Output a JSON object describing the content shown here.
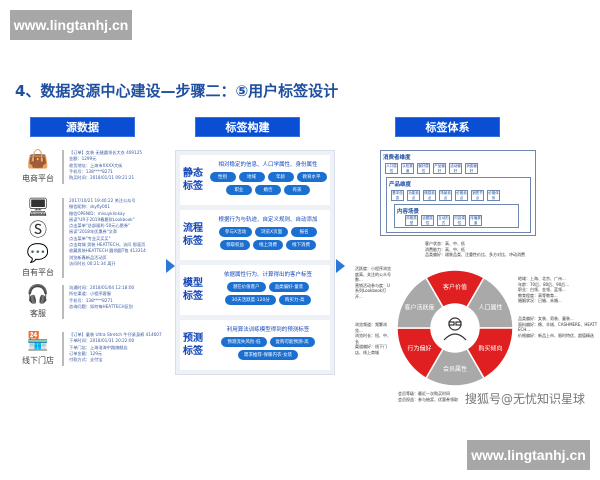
{
  "watermark_top": "www.lingtanhj.cn",
  "watermark_bottom": "www.lingtanhj.cn",
  "sohu_watermark": "搜狐号@无忧知识星球",
  "title": "4、数据资源中心建设—步骤二：⑤用户标签设计",
  "headers": {
    "source": "源数据",
    "build": "标签构建",
    "system": "标签体系"
  },
  "sources": [
    {
      "label": "电商平台",
      "icon": "shopping-bag-icon",
      "lines": [
        "【订单】女装 无缝圆领长大衣 409125",
        "金额：1299元",
        "收货地址：上海市XXXX大街",
        "手机号：138****8271",
        "购买时间：2018/01/11 09:21:21"
      ]
    },
    {
      "label": "自有平台",
      "icon": "monitor-icon",
      "lines": [
        "2017/10/21 19:40:22 关注公众号",
        "微信昵称：skyfly001",
        "微信OPENID：misuyklinkay",
        "阅读\"UR于2019春夏款Lookbook\"",
        "点击菜单\"总部福利-50元心愿券\"",
        "阅读\"2018年优惠券\"文章",
        "点击菜单\"专业买买买\"",
        "点击商城 男装 HEATTECH，访问 那面页",
        "收藏男装HEATTECH 圆领圆T恤 413314",
        "浏览新春新品活动页",
        "访问时长 00:21:34 离开"
      ]
    },
    {
      "label": "客服",
      "icon": "headset-icon",
      "lines": [
        "沟通时间：2018/01/04 12:18:00",
        "所在渠道：小程序客服",
        "手机号：138****8271",
        "咨询问题：如何每HEATTECH区别"
      ]
    },
    {
      "label": "线下门店",
      "icon": "store-icon",
      "lines": [
        "【订单】童装 Ultra Stretch 牛仔紧身裤 414607",
        "下单时间：2018/01/31 20:22:00",
        "下单门店：上海淮海中路旗舰店",
        "订单金额：129元",
        "付款方式：支付宝"
      ]
    }
  ],
  "build_cards": [
    {
      "label": "静态标签",
      "desc": "相对稳定的信息、人口学属性、身份属性",
      "pills": [
        "性别",
        "地域",
        "年龄",
        "教育水平",
        "职业",
        "婚否",
        "有孩"
      ]
    },
    {
      "label": "流程标签",
      "desc": "根据行为与轨迹、自定义规则、自动添加",
      "pills": [
        "参与X活动",
        "浏览X页面",
        "报名",
        "领取权益",
        "线上消费",
        "线下消费"
      ]
    },
    {
      "label": "模型标签",
      "desc": "依据属性行为、计算得出的客户标签",
      "pills": [
        "潜在价值客户",
        "品类偏好-童装",
        "30天活跃度-120分",
        "购买力-高"
      ]
    },
    {
      "label": "预测标签",
      "desc": "利用算法训练模型得到的预测标签",
      "pills": [
        "预测流失风险-低",
        "复购可能预测-高",
        "需求推荐-保暖内衣-女装"
      ]
    }
  ],
  "system": {
    "consumer": {
      "title": "消费者维度",
      "tags": [
        "人口属性",
        "认知渠道",
        "偏好属性",
        "产品偏好",
        "活动偏好",
        "消费偏好"
      ]
    },
    "product": {
      "title": "产品维度",
      "tags": [
        "基本信息",
        "功能卖点",
        "情感卖点",
        "场景卖点",
        "价格卖点",
        "销售节点",
        "价格体系"
      ]
    },
    "content": {
      "title": "内容场景",
      "tags": [
        "风格类型",
        "话题属性",
        "互动形式",
        "内容调性",
        "传播渠道"
      ]
    }
  },
  "wheel": {
    "segments": [
      "客户价值",
      "人口属性",
      "购买倾向",
      "会员属性",
      "行为偏好",
      "客户活跃度"
    ],
    "notes": {
      "top": "客户状态：高、中、低\n消费能力：高、中、低\n品类偏好：裙装品类、注重性价比、多方对比、冲动消费",
      "left1": "活跃度：小程序浏览度高、关注的公众号数...\n营销活动参与度：U系列Lookbook打开...",
      "left2": "浏览频道：频繁浏览...\n浏览时长：短、中、长\n渠道偏好：线下门店、线上商城",
      "right1": "地域：上海、北京、广州...\n年龄：70后、80后、90后...\n职业：白领、金领、蓝领...\n教育程度：高等教育...\n婚姻状况：已婚、未婚...",
      "right2": "品类偏好：女装、男装、童装...\n面料偏好：棉、羊绒、CASHMERE、HEATTECH...\n价格偏好：新品上市、限时特优、超值精选",
      "bottom": "会员等级：最近一次购买时间\n会员权益：参与抽奖、优惠券领取"
    }
  },
  "colors": {
    "blue": "#0a4fd3",
    "red": "#e02020",
    "gray": "#a9a9a9"
  }
}
